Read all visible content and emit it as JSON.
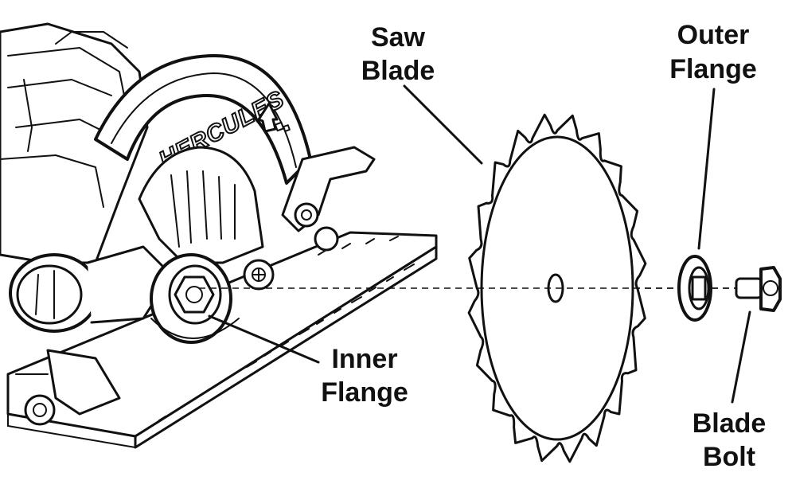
{
  "labels": {
    "saw_blade_line1": "Saw",
    "saw_blade_line2": "Blade",
    "outer_flange_line1": "Outer",
    "outer_flange_line2": "Flange",
    "inner_flange_line1": "Inner",
    "inner_flange_line2": "Flange",
    "blade_bolt_line1": "Blade",
    "blade_bolt_line2": "Bolt"
  },
  "saw": {
    "brand": "HERCULES"
  },
  "colors": {
    "stroke": "#111111",
    "background": "#ffffff"
  }
}
